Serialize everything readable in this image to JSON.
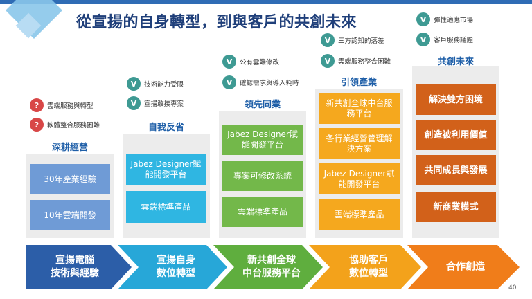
{
  "title": "從宣揚的自身轉型，到與客戶的共創未來",
  "page_number": "40",
  "columns": [
    {
      "heading": "深耕經營",
      "notes": [
        {
          "badge": "?",
          "text": "雲端服務與轉型"
        },
        {
          "badge": "?",
          "text": "軟體整合服務困難"
        }
      ],
      "boxes": [
        "30年產業經驗",
        "10年雲端開發"
      ]
    },
    {
      "heading": "自我反省",
      "notes": [
        {
          "badge": "V",
          "text": "技術能力受限"
        },
        {
          "badge": "V",
          "text": "宣揚敢接專案"
        }
      ],
      "boxes": [
        "Jabez Designer賦能開發平台",
        "雲端標準產品"
      ]
    },
    {
      "heading": "領先同業",
      "notes": [
        {
          "badge": "V",
          "text": "公有雲難修改"
        },
        {
          "badge": "V",
          "text": "確認需求與導入耗時"
        }
      ],
      "boxes": [
        "Jabez Designer賦能開發平台",
        "專案可修改系統",
        "雲端標準產品"
      ]
    },
    {
      "heading": "引領產業",
      "notes": [
        {
          "badge": "V",
          "text": "三方認知的落差"
        },
        {
          "badge": "V",
          "text": "雲端服務整合困難"
        }
      ],
      "boxes": [
        "新共創全球中台服務平台",
        "各行業經營管理解決方案",
        "Jabez Designer賦能開發平台",
        "雲端標準產品"
      ]
    },
    {
      "heading": "共創未來",
      "notes": [
        {
          "badge": "V",
          "text": "彈性適應市場"
        },
        {
          "badge": "V",
          "text": "客戶服務議題"
        }
      ],
      "boxes": [
        "解決雙方困境",
        "創造被利用價值",
        "共同成長與發展",
        "新商業模式"
      ]
    }
  ],
  "arrows": [
    {
      "line1": "宣揚電腦",
      "line2": "技術與經驗",
      "color": "#2c5ea8"
    },
    {
      "line1": "宣揚自身",
      "line2": "數位轉型",
      "color": "#27a7d8"
    },
    {
      "line1": "新共創全球",
      "line2": "中台服務平台",
      "color": "#5fae3e"
    },
    {
      "line1": "協助客戶",
      "line2": "數位轉型",
      "color": "#f3a21b"
    },
    {
      "line1": "合作創造",
      "line2": "",
      "color": "#f07d1a"
    }
  ]
}
